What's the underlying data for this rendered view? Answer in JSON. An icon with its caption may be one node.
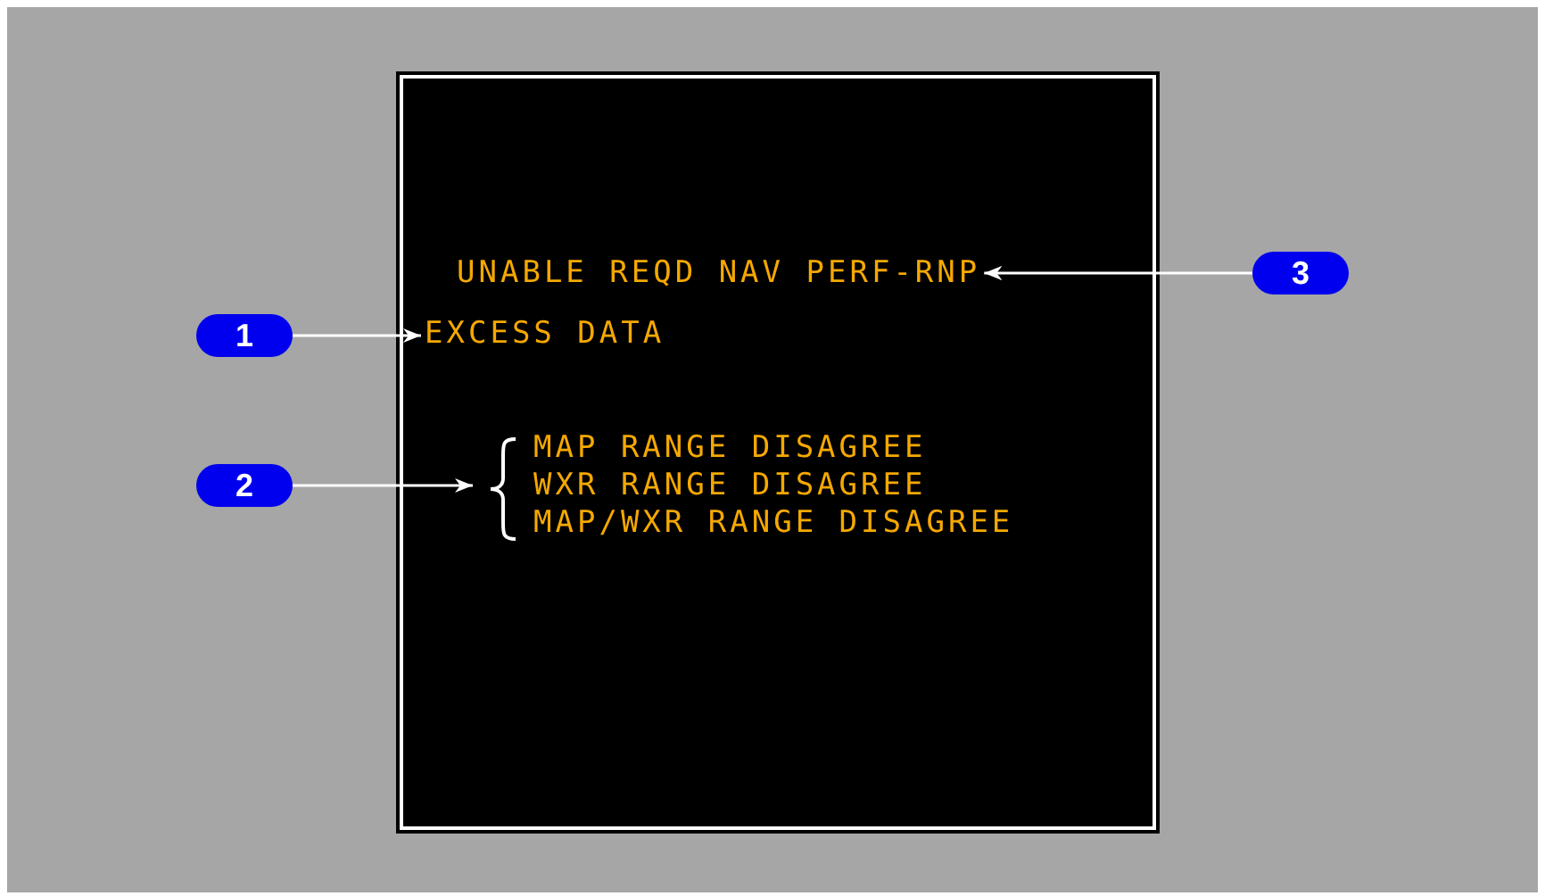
{
  "diagram": {
    "nodes": [
      {
        "text": [],
        "shape": "box"
      },
      {
        "text": [
          "UNABLE REQD NAV PERF-RNP"
        ],
        "in": 0
      },
      {
        "text": [
          "3"
        ]
      },
      {
        "text": [
          "1"
        ]
      },
      {
        "text": [
          "EXCESS DATA"
        ],
        "in": 0
      },
      {
        "text": [
          "2"
        ]
      },
      {
        "text": [
          "MAP RANGE DISAGREE",
          "WXR RANGE DISAGREE",
          "MAP/WXR RANGE DISAGREE"
        ],
        "in": 0
      }
    ],
    "edges": [
      {
        "from": 2,
        "to": 1,
        "arrow": "to"
      },
      {
        "from": 3,
        "to": 4,
        "arrow": "to"
      },
      {
        "from": 5,
        "to": 6,
        "arrow": "to"
      }
    ]
  }
}
